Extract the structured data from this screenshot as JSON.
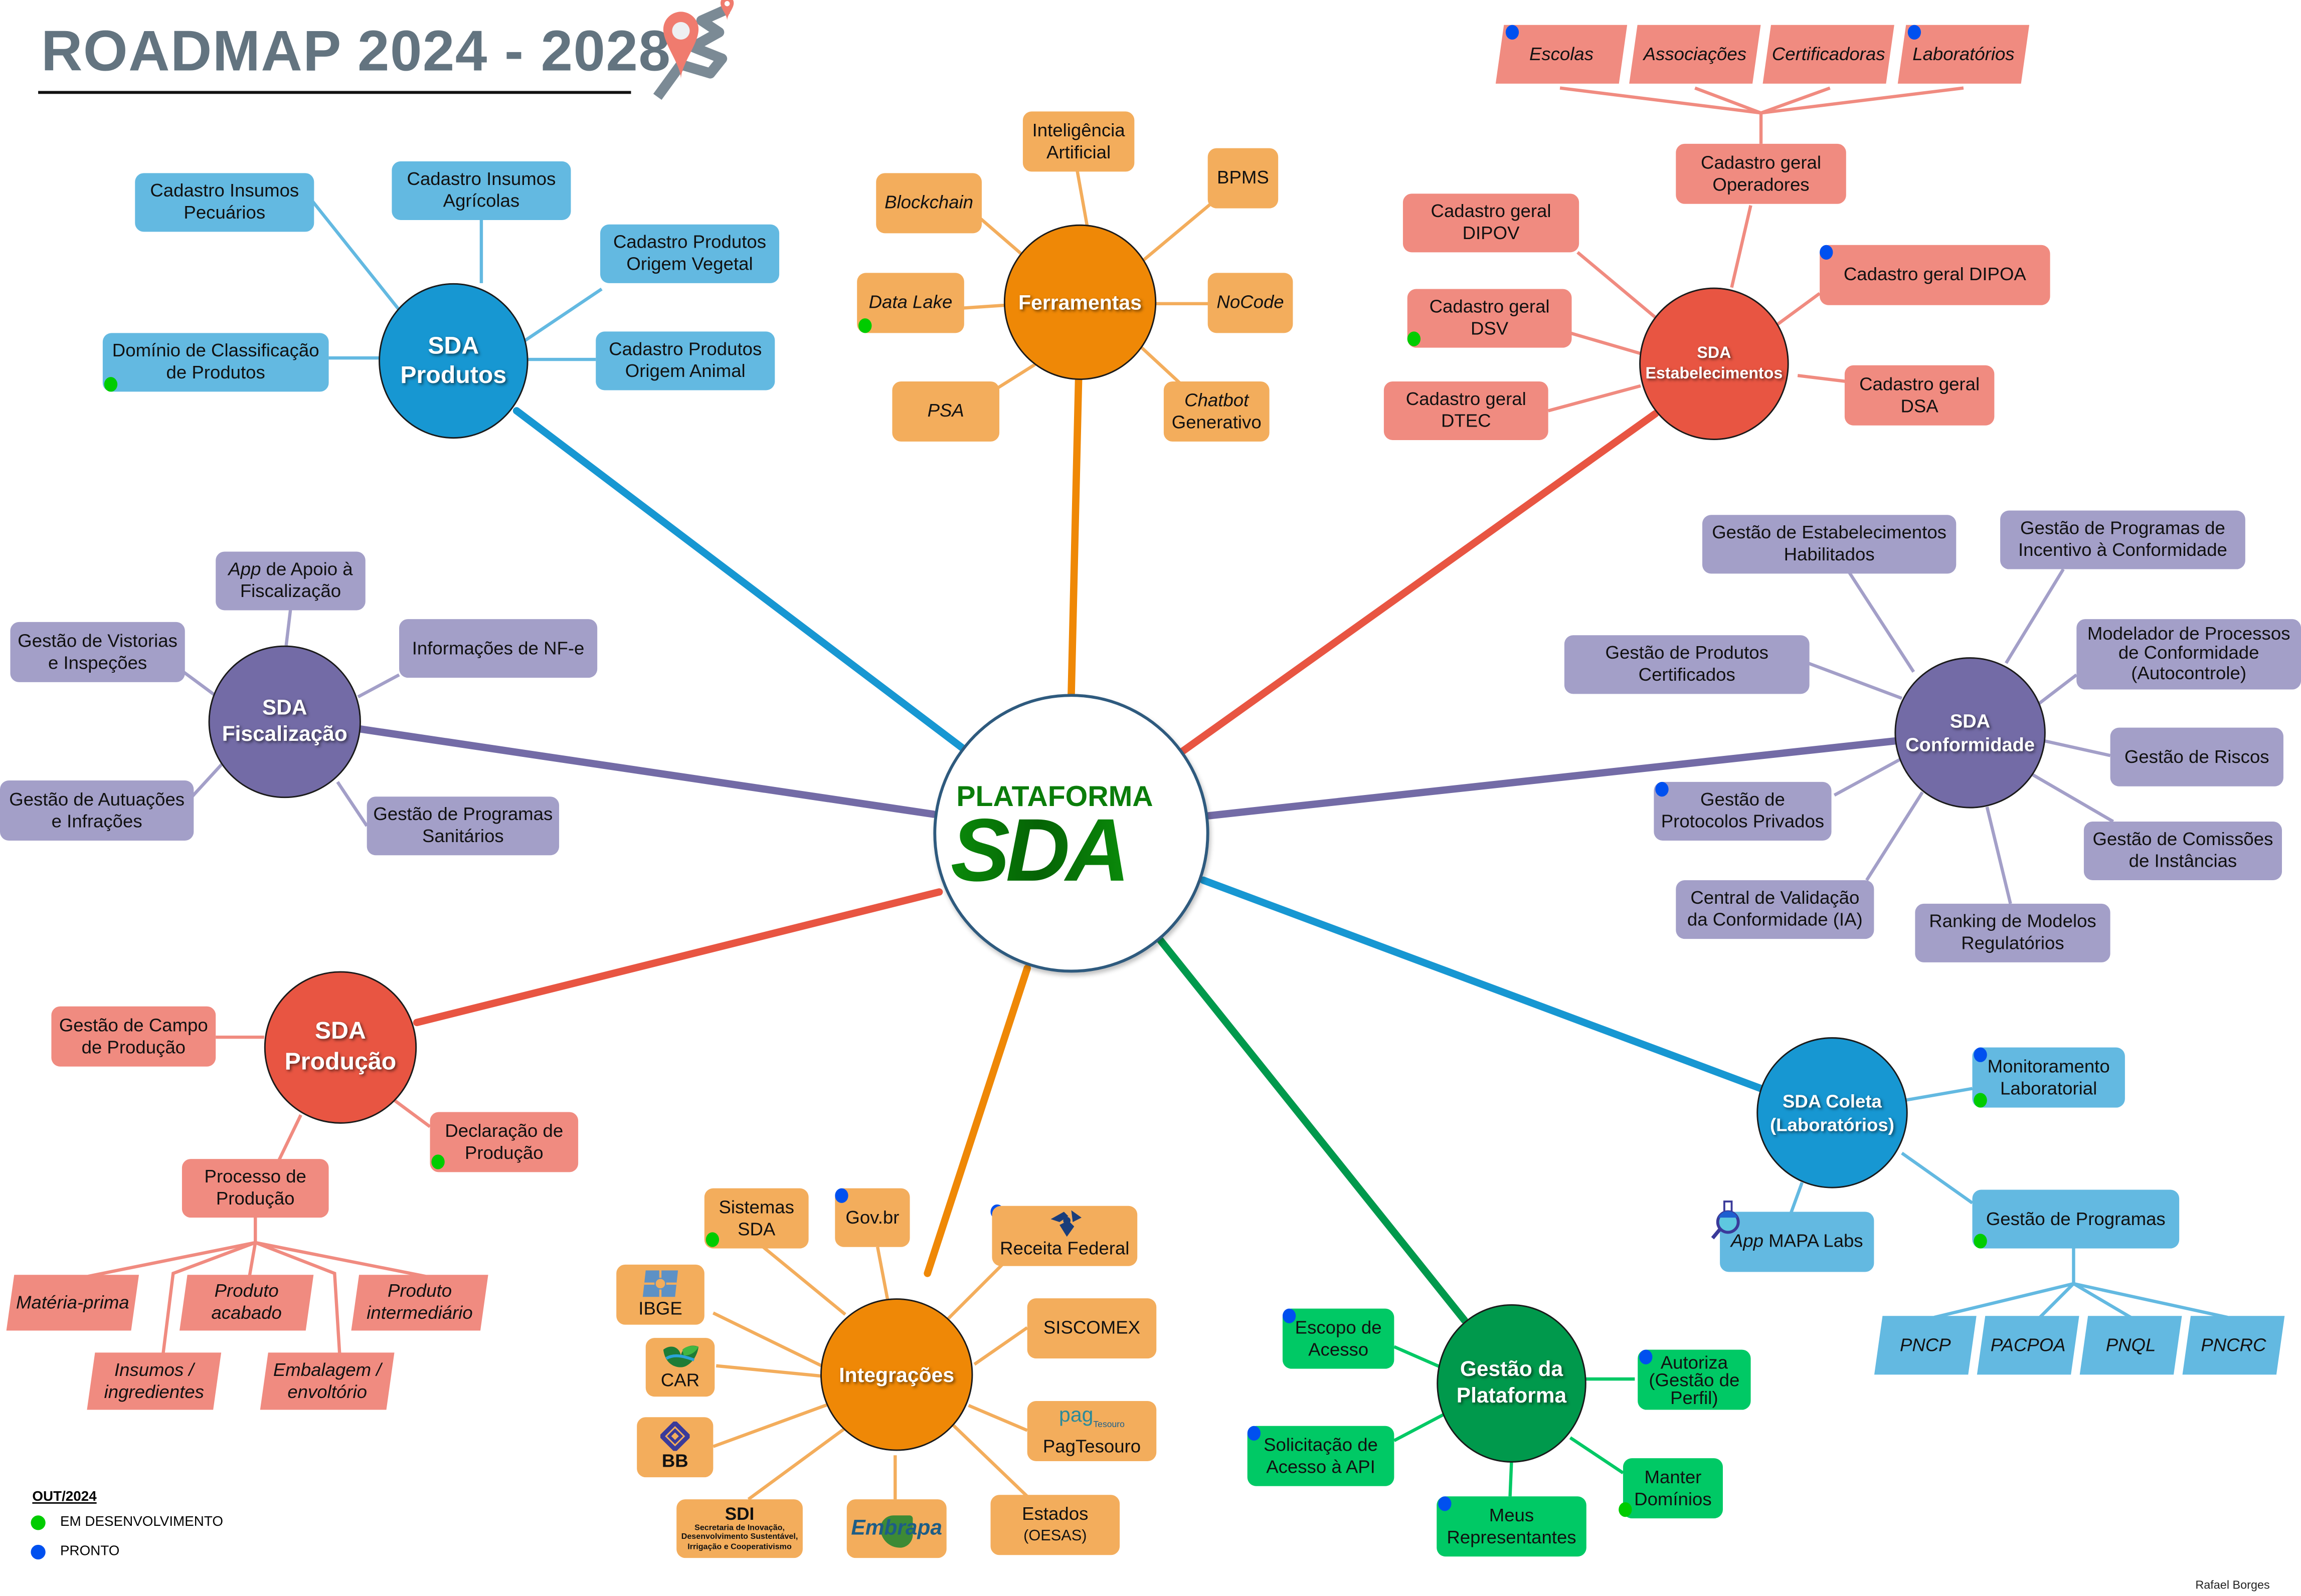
{
  "title": "ROADMAP 2024 - 2028",
  "title_icon": "roadmap-pin-icon",
  "center": {
    "line1": "PLATAFORMA",
    "line2": "SDA"
  },
  "colors": {
    "produtos": "#1797d2",
    "ferramentas": "#ef8806",
    "estabelecimentos": "#e85542",
    "fiscalizacao": "#736ba6",
    "conformidade": "#736ba6",
    "producao": "#e85542",
    "integracoes": "#ef8806",
    "gestao": "#00994c",
    "coleta": "#1797d2",
    "status_dev": "#00cc00",
    "status_ready": "#0050ef"
  },
  "branches": {
    "produtos": {
      "label_1": "SDA",
      "label_2": "Produtos",
      "items": [
        "Cadastro Insumos Pecuários",
        "Cadastro Insumos Agrícolas",
        "Cadastro Produtos Origem Vegetal",
        "Domínio de Classificação de Produtos",
        "Cadastro Produtos Origem Animal"
      ]
    },
    "ferramentas": {
      "label": "Ferramentas",
      "items": [
        "Inteligência Artificial",
        "Blockchain",
        "BPMS",
        "Data Lake",
        "NoCode",
        "PSA",
        "Chatbot",
        "Generativo"
      ]
    },
    "estabelecimentos": {
      "label_1": "SDA",
      "label_2": "Estabelecimentos",
      "items": [
        "Cadastro geral Operadores",
        "Cadastro geral DIPOV",
        "Cadastro geral DIPOA",
        "Cadastro geral DSV",
        "Cadastro geral DTEC",
        "Cadastro geral DSA"
      ],
      "operadores": [
        "Escolas",
        "Associações",
        "Certificadoras",
        "Laboratórios"
      ]
    },
    "fiscalizacao": {
      "label_1": "SDA",
      "label_2": "Fiscalização",
      "items": [
        "App",
        " de Apoio à Fiscalização",
        "Gestão de Vistorias e Inspeções",
        "Informações de NF-e",
        "Gestão de Autuações e Infrações",
        "Gestão de Programas Sanitários"
      ]
    },
    "conformidade": {
      "label_1": "SDA",
      "label_2": "Conformidade",
      "items": [
        "Gestão de Estabelecimentos Habilitados",
        "Gestão de Programas de Incentivo à Conformidade",
        "Gestão de Produtos Certificados",
        "Modelador de Processos de Conformidade (Autocontrole)",
        "Gestão de Riscos",
        "Gestão de Protocolos Privados",
        "Gestão de Comissões de Instâncias",
        "Central de Validação da Conformidade (IA)",
        "Ranking de Modelos Regulatórios"
      ]
    },
    "producao": {
      "label_1": "SDA",
      "label_2": "Produção",
      "items": [
        "Gestão de Campo de Produção",
        "Declaração de Produção",
        "Processo de Produção"
      ],
      "processo": [
        "Matéria-prima",
        "Produto acabado",
        "Produto intermediário",
        "Insumos / ingredientes",
        "Embalagem / envoltório"
      ]
    },
    "integracoes": {
      "label": "Integrações",
      "items": [
        "Sistemas SDA",
        "Gov.br",
        "Receita Federal",
        "IBGE",
        "SISCOMEX",
        "CAR",
        "PagTesouro",
        "BB",
        "SDI",
        "Secretaria de Inovação, Desenvolvimento Sustentável, Irrigação e Cooperativismo",
        "Embrapa",
        "Estados",
        "(OESAS)"
      ],
      "pag_logo": "pag",
      "pag_sub": "Tesouro"
    },
    "gestao": {
      "label_1": "Gestão da",
      "label_2": "Plataforma",
      "items": [
        "Escopo de Acesso",
        "Autoriza (Gestão de Perfil)",
        "Solicitação de Acesso à API",
        "Manter Domínios",
        "Meus Representantes"
      ]
    },
    "coleta": {
      "label_1": "SDA Coleta",
      "label_2": "(Laboratórios)",
      "items": [
        "Monitoramento Laboratorial",
        "App",
        " MAPA Labs",
        "Gestão de Programas"
      ],
      "programas": [
        "PNCP",
        "PACPOA",
        "PNQL",
        "PNCRC"
      ]
    }
  },
  "legend": {
    "date": "OUT/2024",
    "items": [
      {
        "label": "EM DESENVOLVIMENTO",
        "color": "#00cc00"
      },
      {
        "label": "PRONTO",
        "color": "#0050ef"
      }
    ]
  },
  "author": "Rafael Borges"
}
